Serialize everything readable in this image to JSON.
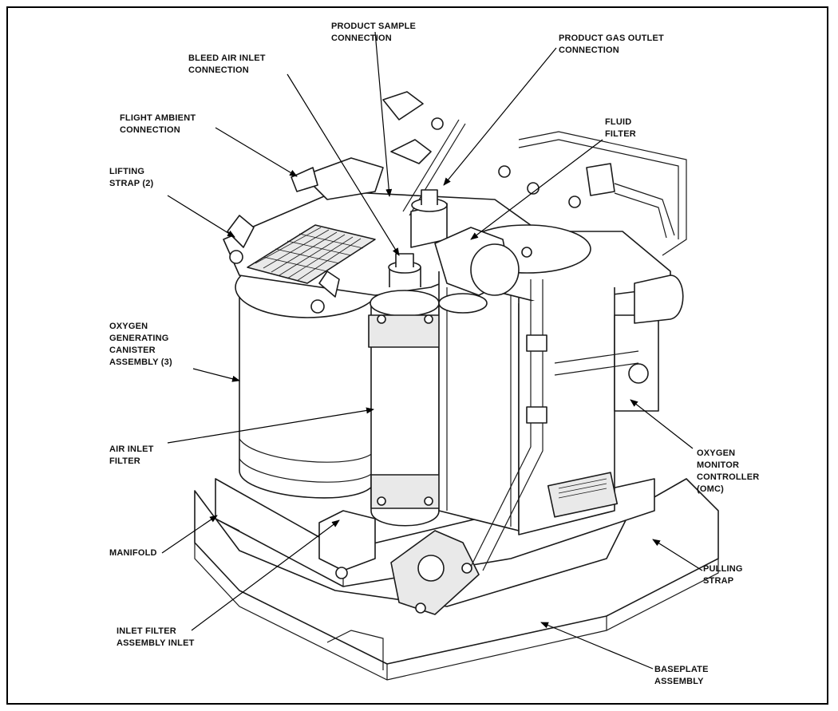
{
  "labels": {
    "product_sample": [
      "PRODUCT SAMPLE",
      "CONNECTION"
    ],
    "product_gas_outlet": [
      "PRODUCT GAS OUTLET",
      "CONNECTION"
    ],
    "bleed_air_inlet": [
      "BLEED AIR INLET",
      "CONNECTION"
    ],
    "flight_ambient": [
      "FLIGHT AMBIENT",
      "CONNECTION"
    ],
    "fluid_filter": [
      "FLUID",
      "FILTER"
    ],
    "lifting_strap": [
      "LIFTING",
      "STRAP (2)"
    ],
    "oxygen_canister": [
      "OXYGEN",
      "GENERATING",
      "CANISTER",
      "ASSEMBLY (3)"
    ],
    "air_inlet_filter": [
      "AIR INLET",
      "FILTER"
    ],
    "oxygen_monitor": [
      "OXYGEN",
      "MONITOR",
      "CONTROLLER",
      "(OMC)"
    ],
    "manifold": [
      "MANIFOLD"
    ],
    "pulling_strap": [
      "PULLING",
      "STRAP"
    ],
    "inlet_filter_assembly": [
      "INLET FILTER",
      "ASSEMBLY INLET"
    ],
    "baseplate": [
      "BASEPLATE",
      "ASSEMBLY"
    ]
  }
}
